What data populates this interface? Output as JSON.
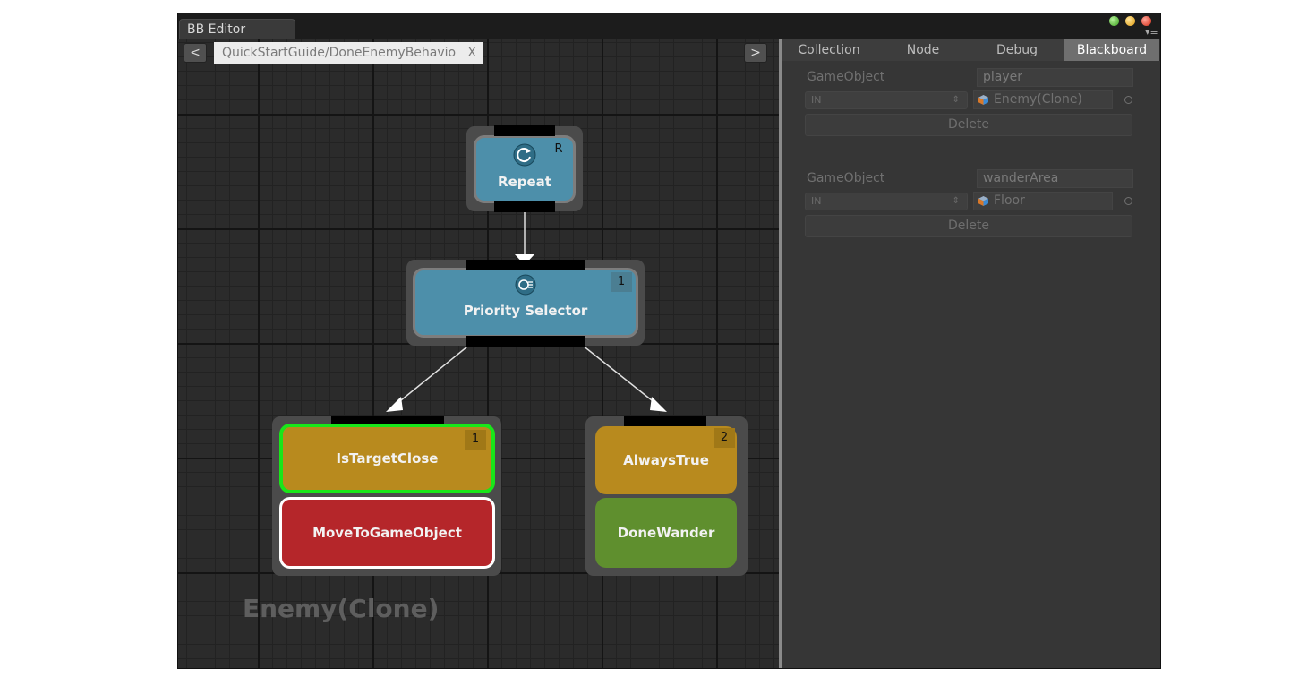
{
  "window": {
    "title": "BB Editor"
  },
  "toolbar": {
    "prev_label": "<",
    "next_label": ">",
    "path_label": "QuickStartGuide/DoneEnemyBehavio",
    "close_label": "X"
  },
  "tree": {
    "agent_label": "Enemy(Clone)",
    "nodes": {
      "repeat": {
        "label": "Repeat",
        "badge": "R",
        "icon": "repeat-icon"
      },
      "priority": {
        "label": "Priority Selector",
        "badge": "1",
        "icon": "priority-selector-icon"
      },
      "is_target_close": {
        "label": "IsTargetClose",
        "badge": "1"
      },
      "move_to_game_object": {
        "label": "MoveToGameObject"
      },
      "always_true": {
        "label": "AlwaysTrue",
        "badge": "2"
      },
      "done_wander": {
        "label": "DoneWander"
      }
    }
  },
  "panel": {
    "tabs": [
      "Collection",
      "Node",
      "Debug",
      "Blackboard"
    ],
    "active_tab": "Blackboard",
    "variables": [
      {
        "type": "GameObject",
        "name": "player",
        "mode": "IN",
        "value": "Enemy(Clone)",
        "delete_label": "Delete"
      },
      {
        "type": "GameObject",
        "name": "wanderArea",
        "mode": "IN",
        "value": "Floor",
        "delete_label": "Delete"
      }
    ]
  },
  "colors": {
    "composite_node": "#4d8faa",
    "condition_node": "#b88a1e",
    "action_failure": "#b5262a",
    "action_success": "#5f8f2e",
    "running_outline": "#19e619",
    "active_tab": "#6f6f6f"
  }
}
